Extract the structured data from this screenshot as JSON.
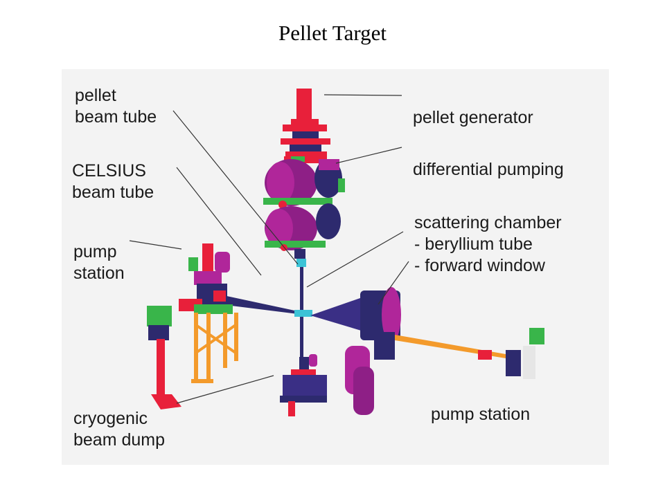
{
  "title": "Pellet Target",
  "labels": {
    "pellet_beam_tube": "pellet\nbeam tube",
    "celsius_beam_tube": "CELSIUS\nbeam tube",
    "pump_station_left": "pump\nstation",
    "cryogenic_beam_dump": "cryogenic\nbeam dump",
    "pellet_generator": "pellet generator",
    "differential_pumping": "differential pumping",
    "scattering_chamber": "scattering chamber\n- beryllium tube\n- forward window",
    "pump_station_right": "pump station"
  },
  "colors": {
    "background_panel": "#f3f3f3",
    "red": "#e8203a",
    "magenta": "#b0269a",
    "navy": "#2d2a6e",
    "green": "#39b54a",
    "orange": "#f39a2b",
    "cyan": "#3cc3d6",
    "leader_line": "#333333"
  }
}
